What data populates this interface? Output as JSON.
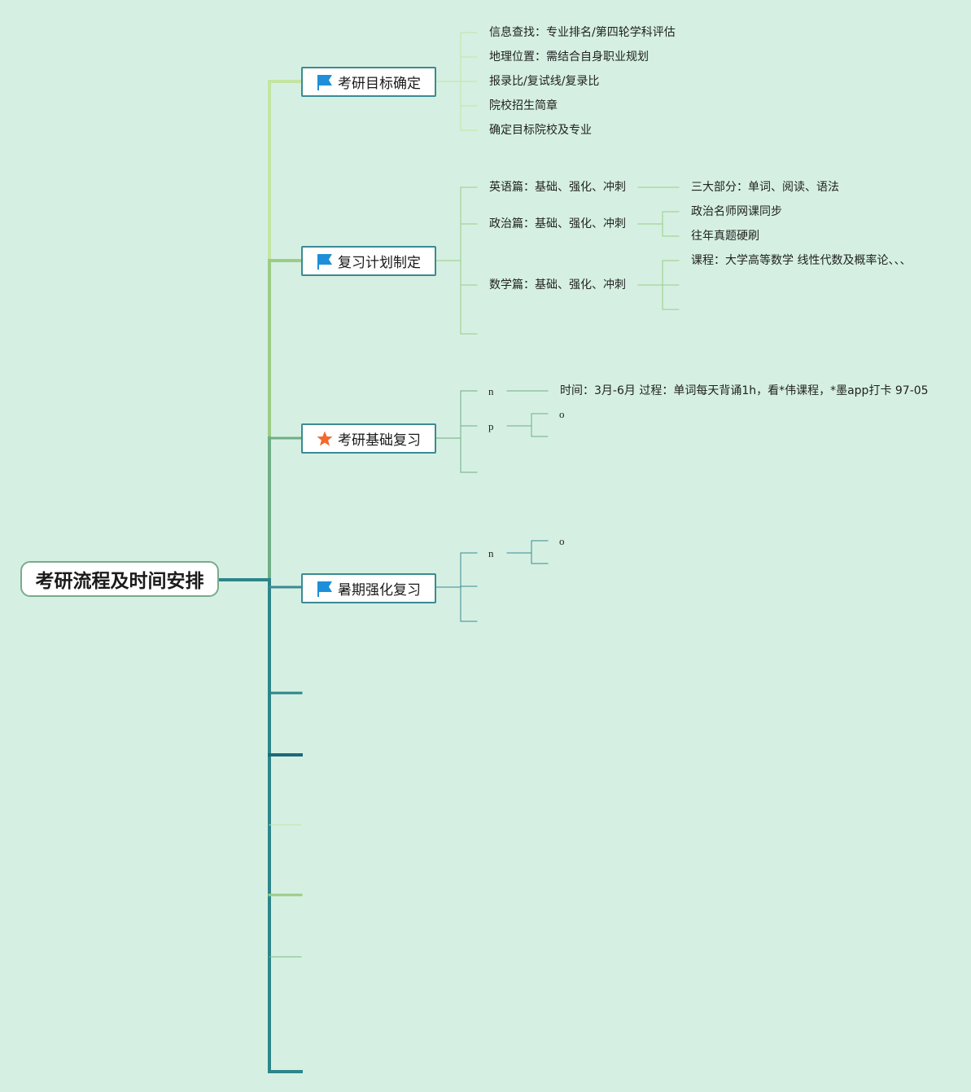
{
  "root": {
    "label": "考研流程及时间安排"
  },
  "branches": [
    {
      "label": "考研目标确定",
      "icon": "blue-flag-icon",
      "children": [
        "信息查找：专业排名/第四轮学科评估",
        "地理位置：需结合自身职业规划",
        "报录比/复试线/复录比",
        "院校招生简章",
        "确定目标院校及专业"
      ]
    },
    {
      "label": "复习计划制定",
      "icon": "blue-flag-icon",
      "children": [
        {
          "label": "英语篇：基础、强化、冲刺",
          "children": [
            "三大部分：单词、阅读、语法"
          ]
        },
        {
          "label": "政治篇：基础、强化、冲刺",
          "children": [
            "政治名师网课同步",
            "往年真题硬刷"
          ]
        },
        {
          "label": "数学篇：基础、强化、冲刺",
          "children": [
            "课程：大学高等数学 线性代数及概率论、、、"
          ]
        }
      ]
    },
    {
      "label": "考研基础复习",
      "icon": "orange-star-icon",
      "children": [
        {
          "label": "n",
          "children": [
            "时间：3月-6月 过程：单词每天背诵1h，看*伟课程，*墨app打卡 97-05"
          ]
        },
        {
          "label": "p",
          "children": [
            "o"
          ]
        }
      ]
    },
    {
      "label": "暑期强化复习",
      "icon": "blue-flag-icon",
      "children": [
        {
          "label": "n",
          "children": [
            "o"
          ]
        }
      ]
    }
  ],
  "colors": {
    "background": "#d5f0e2",
    "flag_blue": "#1e8fd8",
    "star_orange": "#f26a2e",
    "spine_light": "#b9e08f",
    "spine_mid": "#7dbb7c",
    "spine_dark": "#2d858a",
    "branch_border": "#3b8a94"
  }
}
